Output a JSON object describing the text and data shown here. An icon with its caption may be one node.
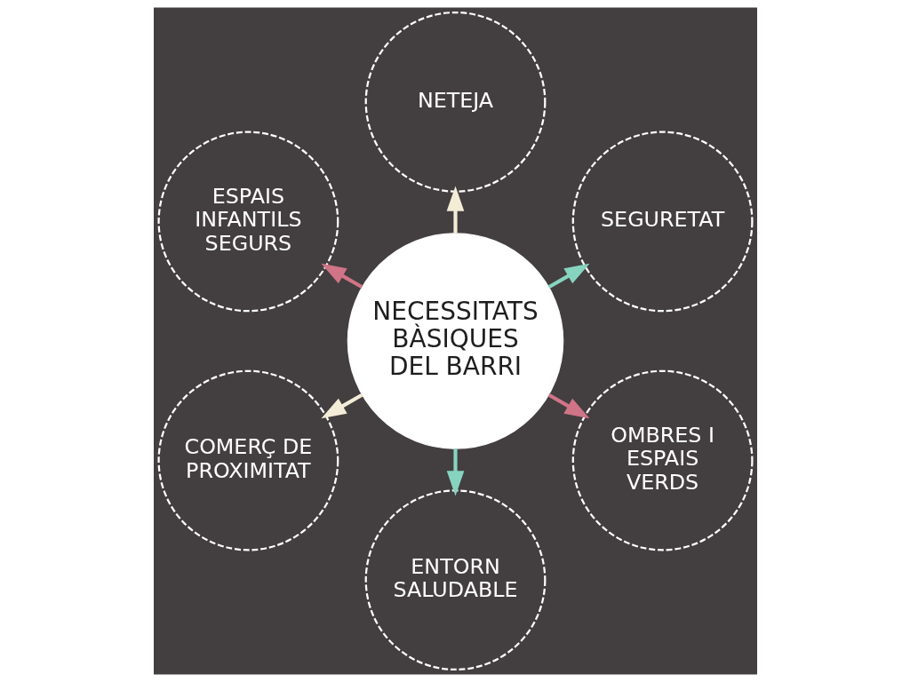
{
  "diagram": {
    "nodes": [
      {
        "text": [
          "NECESSITATS BÀSIQUES DEL BARRI"
        ]
      },
      {
        "text": [
          "NETEJA"
        ]
      },
      {
        "text": [
          "SEGURETAT"
        ]
      },
      {
        "text": [
          "ESPAIS INFANTILS SEGURS"
        ]
      },
      {
        "text": [
          "OMBRES I ESPAIS VERDS"
        ]
      },
      {
        "text": [
          "COMERÇ DE PROXIMITAT"
        ]
      },
      {
        "text": [
          "ENTORN SALUDABLE"
        ]
      }
    ],
    "edges": [
      {
        "from": 0,
        "to": 1,
        "arrow": "to",
        "color": "#f3ecd6"
      },
      {
        "from": 0,
        "to": 2,
        "arrow": "to",
        "color": "#86d3c0"
      },
      {
        "from": 0,
        "to": 3,
        "arrow": "to",
        "color": "#d07487"
      },
      {
        "from": 0,
        "to": 4,
        "arrow": "to",
        "color": "#d07487"
      },
      {
        "from": 0,
        "to": 5,
        "arrow": "to",
        "color": "#f3ecd6"
      },
      {
        "from": 0,
        "to": 6,
        "arrow": "to",
        "color": "#86d3c0"
      }
    ]
  }
}
